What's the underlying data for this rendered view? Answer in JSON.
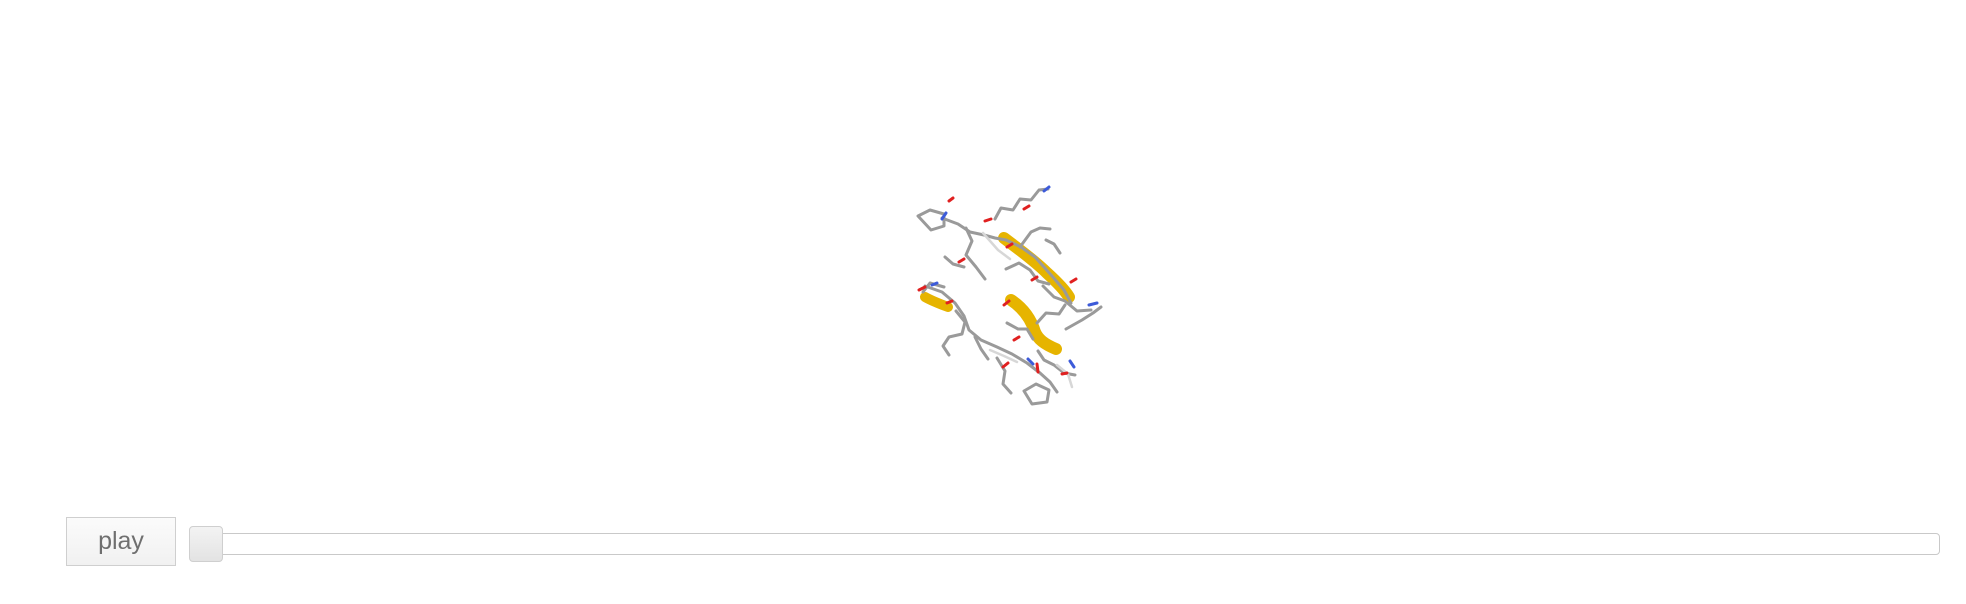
{
  "viewer": {
    "molecule": "protein-structure"
  },
  "controls": {
    "play_label": "play",
    "slider_value": 0
  },
  "colors": {
    "ribbon": "#e6b400",
    "carbon": "#9a9a9a",
    "oxygen": "#e02020",
    "nitrogen": "#3d5bd9"
  }
}
